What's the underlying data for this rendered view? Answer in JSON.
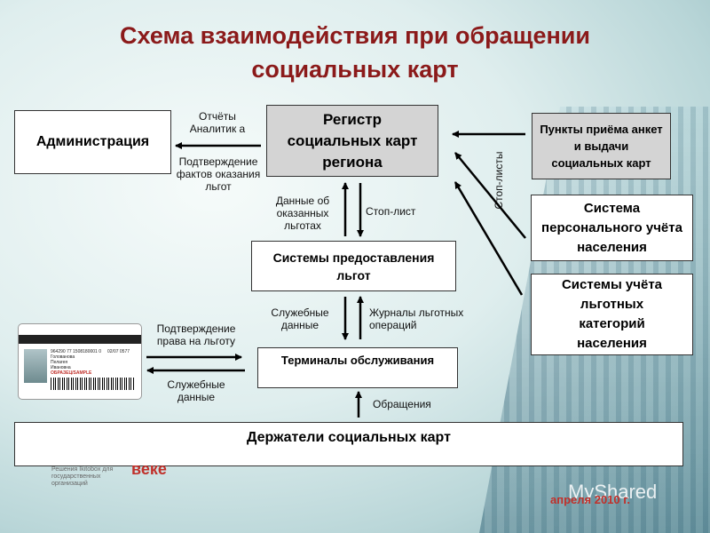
{
  "title_line1": "Схема взаимодействия при обращении",
  "title_line2": "социальных карт",
  "boxes": {
    "admin": "Администрация",
    "registry": "Регистр социальных карт региона",
    "points": "Пункты приёма анкет и выдачи социальных карт",
    "personal_system": "Система персонального учёта населения",
    "privilege_system": "Системы учёта льготных категорий населения",
    "benefits_system": "Системы предоставления льгот",
    "terminals": "Терминалы обслуживания",
    "holders": "Держатели социальных карт"
  },
  "labels": {
    "reports": "Отчёты Аналитик а",
    "confirmation": "Подтверждение фактов оказания льгот",
    "benefit_data": "Данные об оказанных льготах",
    "stop_list": "Стоп-лист",
    "stop_lists": "Стоп-листы",
    "service_data_top": "Служебные данные",
    "journals": "Журналы льготных операций",
    "right_confirm": "Подтверждение права на льготу",
    "service_data_left": "Служебные данные",
    "appeals": "Обращения"
  },
  "card": {
    "surname": "Голованова",
    "name": "Пелагея",
    "patronymic": "Ивановна",
    "sample": "ОБРАЗЕЦ/SAMPLE",
    "number": "964290 77 1508180001 0",
    "valid": "02/07 0577"
  },
  "footer": {
    "org": "Решения Ikitobox для государственных организаций",
    "brand": "веке",
    "date": "апреля 2010 г.",
    "site": "MyShared"
  },
  "colors": {
    "title": "#8b1a1a",
    "gray_box": "#d4d4d4",
    "accent": "#c0302a"
  }
}
